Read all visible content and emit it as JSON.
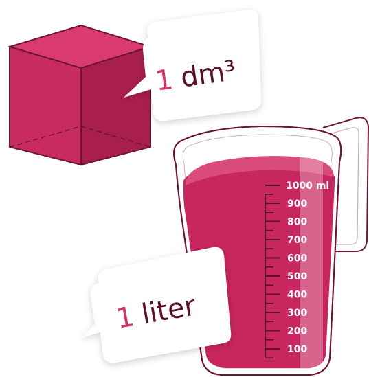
{
  "colors": {
    "liquid": "#c8265f",
    "liquid_light": "#d94b7d",
    "cube_front": "#c72b60",
    "cube_top": "#d93a71",
    "cube_side": "#a81f4f",
    "outline": "#6e1434",
    "text_dark": "#5a0f2b",
    "accent": "#d23467"
  },
  "cube_label": {
    "number": "1",
    "unit": "dm³"
  },
  "jug_label": {
    "number": "1",
    "unit": "liter"
  },
  "scale": {
    "max_label": "1000 ml",
    "ticks": [
      "900",
      "800",
      "700",
      "600",
      "500",
      "400",
      "300",
      "200",
      "100"
    ]
  }
}
